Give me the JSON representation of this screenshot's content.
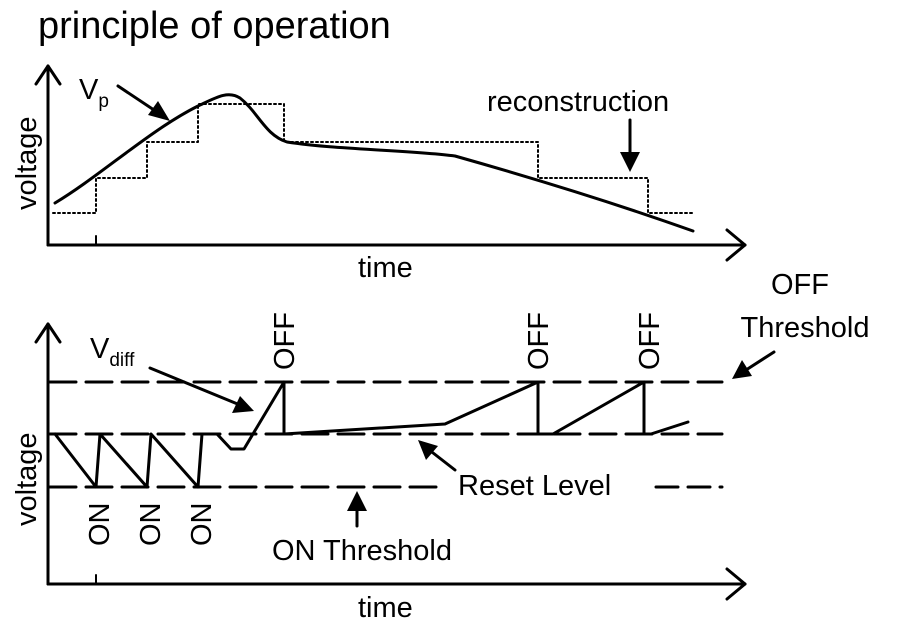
{
  "title": "principle of operation",
  "top_panel": {
    "ylabel": "voltage",
    "xlabel": "time",
    "signal_label": {
      "base": "V",
      "sub": "p"
    },
    "reconstruction_label": "reconstruction"
  },
  "bottom_panel": {
    "ylabel": "voltage",
    "xlabel": "time",
    "signal_label": {
      "base": "V",
      "sub": "diff"
    },
    "off_threshold_label": [
      "OFF",
      "Threshold"
    ],
    "reset_level_label": "Reset Level",
    "on_threshold_label": "ON Threshold",
    "off_events": [
      "OFF",
      "OFF",
      "OFF"
    ],
    "on_events": [
      "ON",
      "ON",
      "ON"
    ]
  }
}
